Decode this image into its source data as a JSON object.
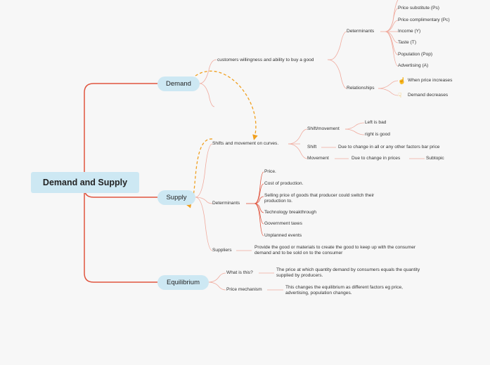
{
  "root": {
    "label": "Demand and Supply"
  },
  "demand": {
    "label": "Demand",
    "definition": "customers willingness and ability to buy a good",
    "determinants": {
      "label": "Determinants",
      "items": [
        "Price substitute (Ps)",
        "Price complimentary (Pc)",
        "Income (Y)",
        "Taste (T)",
        "Population (Pop)",
        "Advertising (A)"
      ]
    },
    "relationships": {
      "label": "Relationships",
      "items": [
        "When price increases",
        "Demand decreases"
      ],
      "icons": [
        "hand-up-icon",
        "hand-down-icon"
      ]
    }
  },
  "supply": {
    "label": "Supply",
    "shifts": {
      "label": "Shifts and movement on curves.",
      "shift_movement": {
        "label": "Shift/movement",
        "items": [
          "Left is bad",
          "right is good"
        ]
      },
      "shift": {
        "label": "Shift",
        "detail": "Due to change in all or any other factors bar price"
      },
      "movement": {
        "label": "Movement",
        "detail": "Due to change in prices",
        "subtopic": "Subtopic"
      }
    },
    "determinants": {
      "label": "Determinants",
      "items": [
        "Price.",
        "Cost of production.",
        "Selling price of goods that producer could switch their production to.",
        "Technology breakthrough",
        "Government taxes",
        "Unplanned events"
      ]
    },
    "suppliers": {
      "label": "Suppliers",
      "detail": "Provide the good or materials to create the good to keep up with the consumer demand and to be sold on to the consumer"
    }
  },
  "equilibrium": {
    "label": "Equilibrium",
    "what": {
      "label": "What is this?",
      "detail": "The price at which quantity demand by consumers equals the quantity supplied by producers."
    },
    "mechanism": {
      "label": "Price mechanism",
      "detail": "This changes the equilibrium as different factors eg price, advertising, population changes."
    }
  },
  "colors": {
    "main_branch": "#e0553f",
    "sub_branch": "#f0a99c",
    "relationship_arrow": "#f0a020",
    "topic_fill": "#cde8f3"
  }
}
